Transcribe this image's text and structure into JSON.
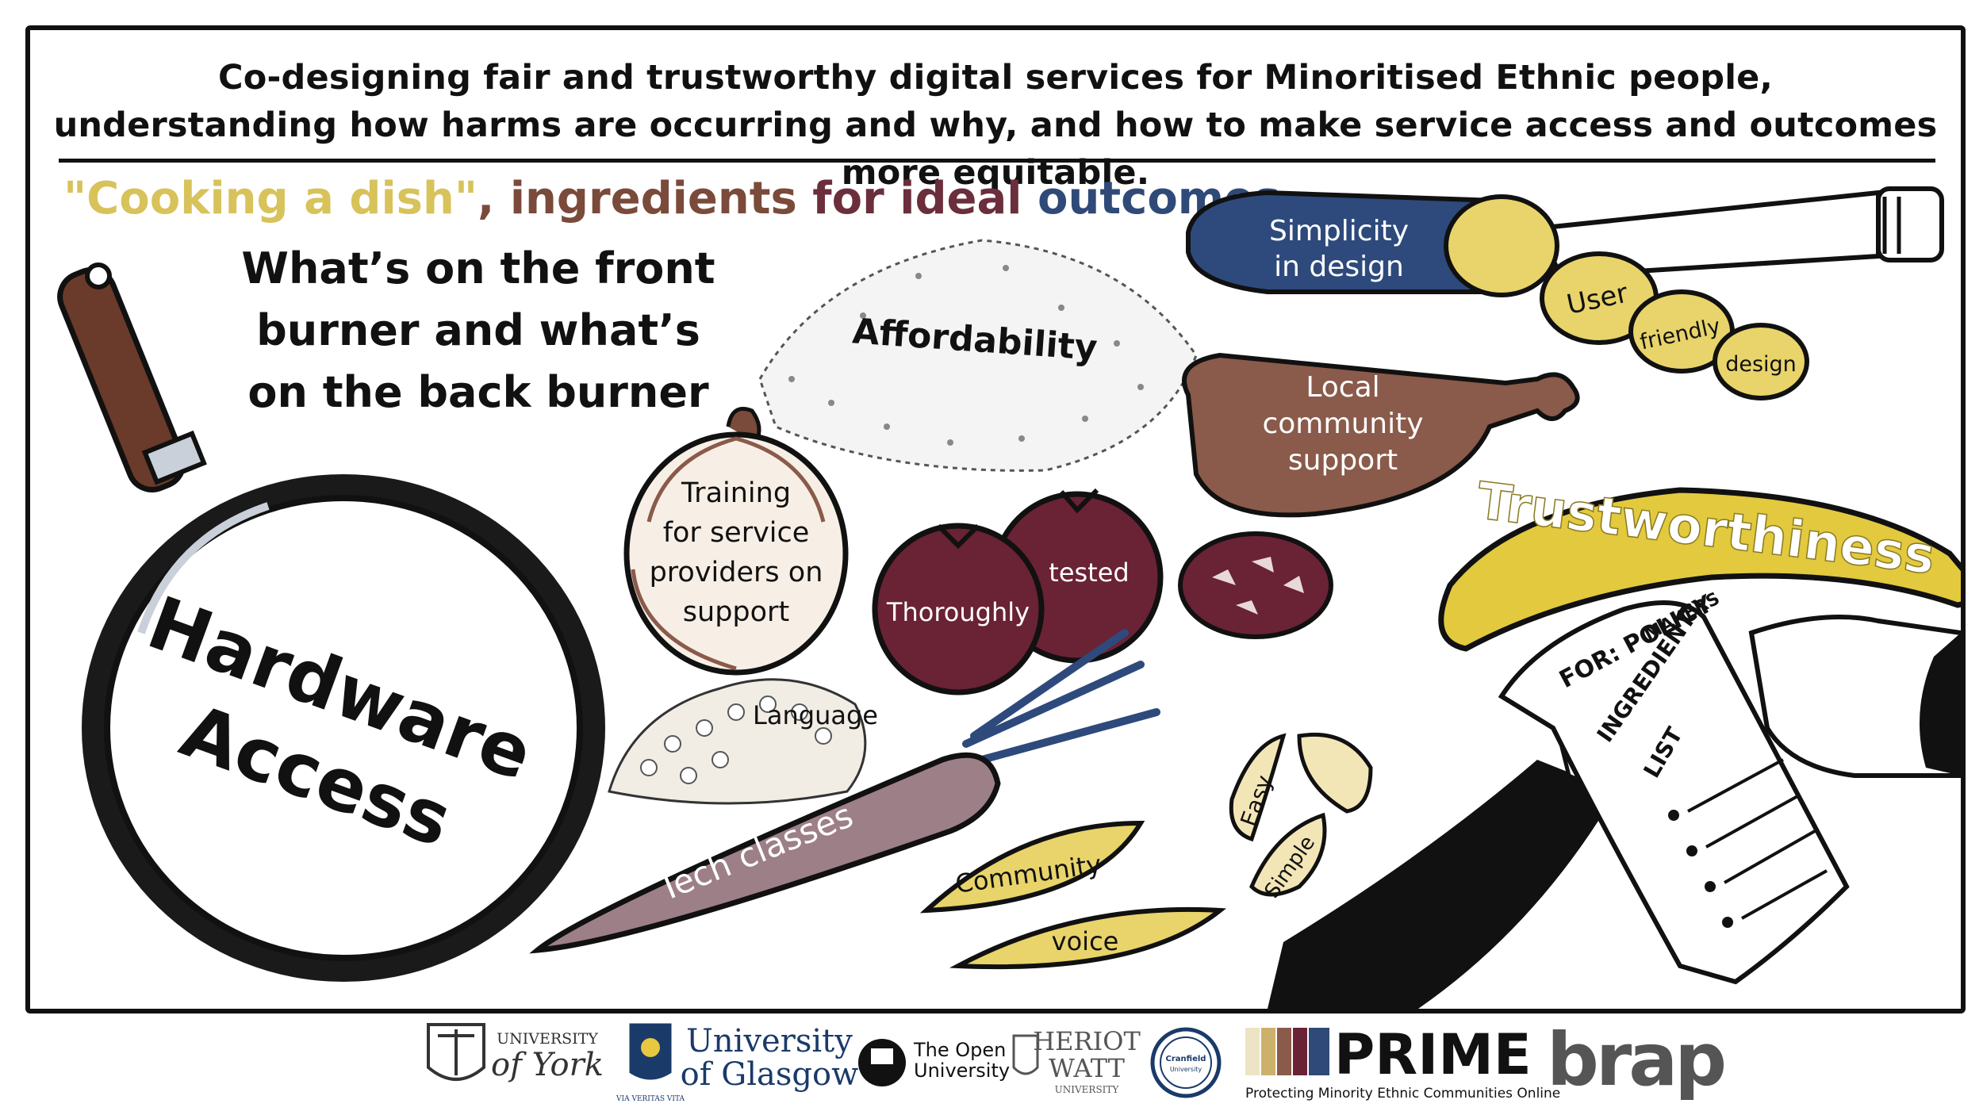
{
  "header": {
    "line1": "Co-designing fair and trustworthy digital services for Minoritised Ethnic people,",
    "line2": "understanding how harms are occurring and why, and how to make service access and outcomes more equitable."
  },
  "subtitle": {
    "part1": "\"Cooking a dish\"",
    "comma": ",",
    "part2": " ingredients",
    "part3": " for ideal",
    "part4": " outcomes"
  },
  "burner": {
    "line1": "What’s on the front",
    "line2": "burner and what’s",
    "line3": "on the back burner"
  },
  "ingredients": {
    "pan": {
      "line1": "Hardware",
      "line2": "Access"
    },
    "eggplant": {
      "line1": "Simplicity",
      "line2": "in design"
    },
    "slices": {
      "s1": "User",
      "s2": "friendly",
      "s3": "design"
    },
    "salt": "Affordability",
    "drumstick": {
      "line1": "Local",
      "line2": "community",
      "line3": "support"
    },
    "banana": "Trustworthiness",
    "onion": {
      "line1": "Training",
      "line2": "for service",
      "line3": "providers on",
      "line4": "support"
    },
    "tomatoes": {
      "t1": "Thoroughly",
      "t2": "tested"
    },
    "grains": "Language",
    "carrot": "Tech classes",
    "leaves": {
      "l1": "Community",
      "l2": "voice"
    },
    "garlic": {
      "g1": "Easy",
      "g2": "Simple"
    },
    "list": {
      "for_label": "FOR: POLICY",
      "for_label2": "MAKERS",
      "title1": "INGREDIENT",
      "title2": "LIST"
    }
  },
  "logos": {
    "york_top": "UNIVERSITY",
    "york_bottom": "of York",
    "glasgow_top": "University",
    "glasgow_bottom": "of Glasgow",
    "glasgow_motto": "VIA VERITAS VITA",
    "open1": "The Open",
    "open2": "University",
    "heriot1": "HERIOT",
    "heriot2": "WATT",
    "heriot3": "UNIVERSITY",
    "cranfield1": "Cranfield",
    "cranfield2": "University",
    "prime": "PRIME",
    "prime_sub": "Protecting Minority Ethnic Communities Online",
    "brap": "brap"
  },
  "colors": {
    "gold": "#d8c25a",
    "brown": "#7a4a3a",
    "maroon": "#6b2e3c",
    "navy": "#2f4a78",
    "banana": "#e2c93e",
    "eggplant": "#2e4a7c",
    "tomato": "#6a2235",
    "carrot": "#9d7f87"
  },
  "icons": [
    "pan-icon",
    "eggplant-icon",
    "knife-icon",
    "salt-pile-icon",
    "drumstick-icon",
    "banana-icon",
    "onion-icon",
    "tomato-icon",
    "sausage-slice-icon",
    "grain-pile-icon",
    "carrot-icon",
    "bay-leaf-icon",
    "garlic-icon",
    "ingredient-list-icon",
    "hand-icon"
  ]
}
